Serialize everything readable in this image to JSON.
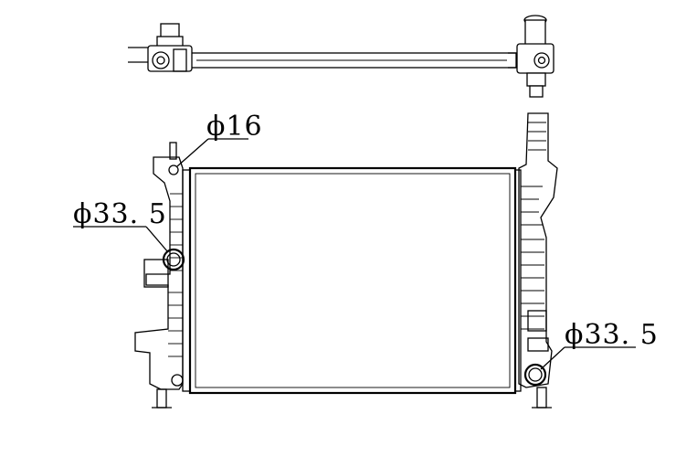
{
  "labels": {
    "inlet_small": "ϕ16",
    "inlet_left": "ϕ33. 5",
    "outlet_right": "ϕ33. 5"
  },
  "colors": {
    "line": "#000000",
    "background": "#ffffff"
  }
}
